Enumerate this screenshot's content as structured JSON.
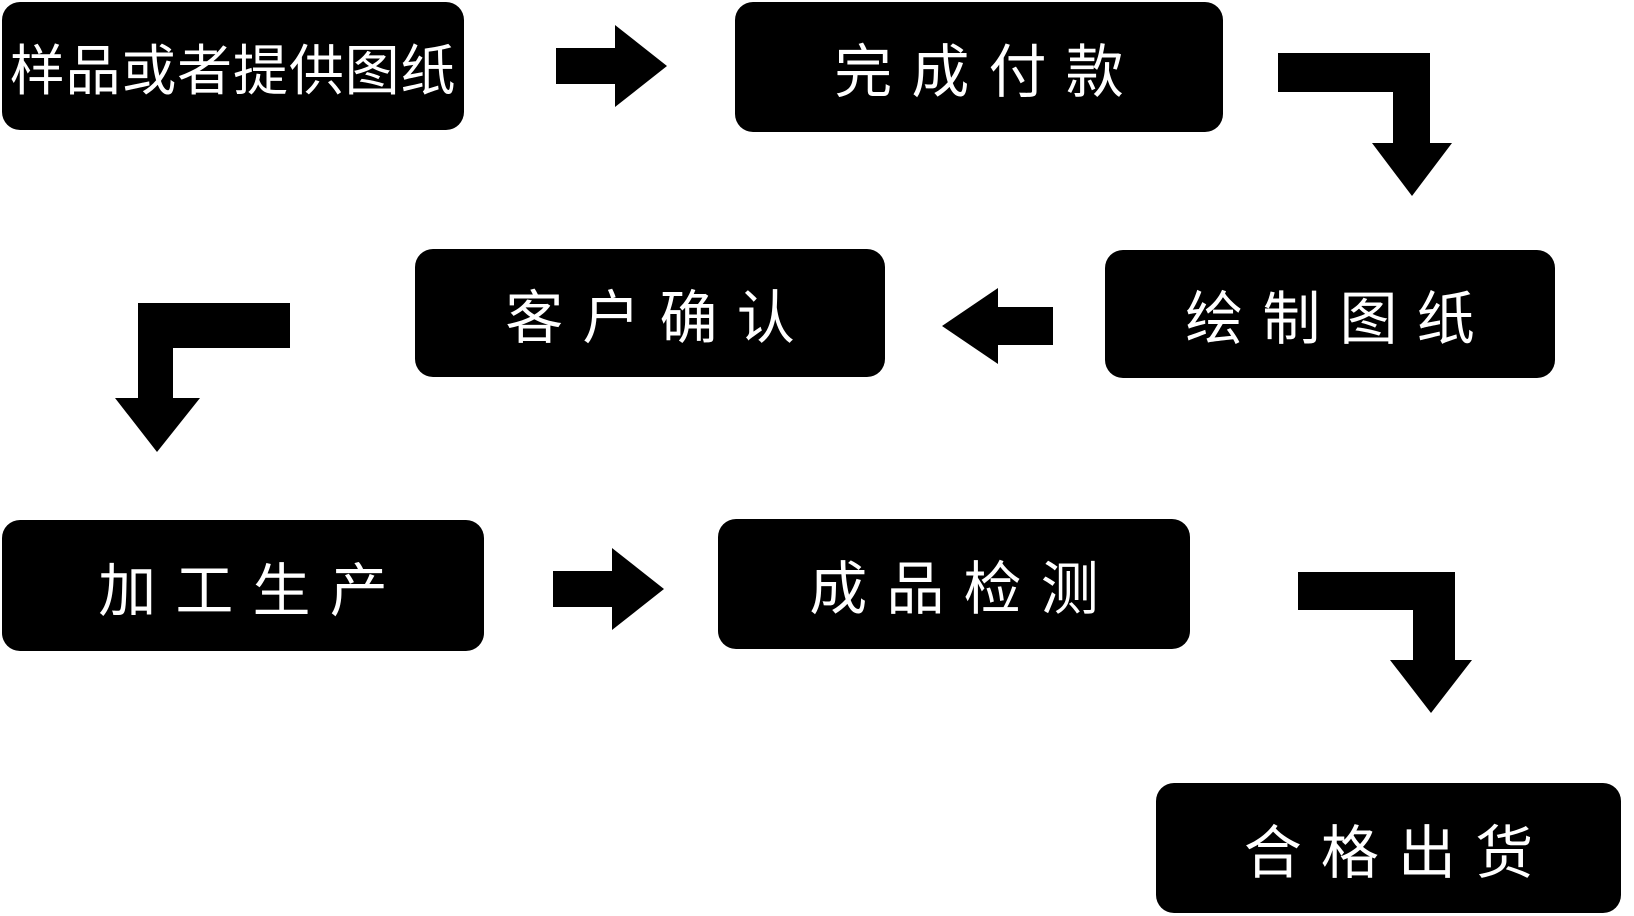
{
  "diagram": {
    "type": "flowchart",
    "colors": {
      "background": "#ffffff",
      "node_fill": "#000000",
      "node_text": "#ffffff",
      "arrow": "#000000"
    },
    "nodes": [
      {
        "id": "sample-or-provide-drawings",
        "label": "样品或者提供图纸"
      },
      {
        "id": "complete-payment",
        "label": "完成付款"
      },
      {
        "id": "draw-drawings",
        "label": "绘制图纸"
      },
      {
        "id": "customer-confirmation",
        "label": "客户确认"
      },
      {
        "id": "processing-production",
        "label": "加工生产"
      },
      {
        "id": "finished-product-inspection",
        "label": "成品检测"
      },
      {
        "id": "qualified-shipment",
        "label": "合格出货"
      }
    ],
    "edges": [
      {
        "from": "样品或者提供图纸",
        "to": "完成付款",
        "shape": "straight-right"
      },
      {
        "from": "完成付款",
        "to": "绘制图纸",
        "shape": "elbow-right-down"
      },
      {
        "from": "绘制图纸",
        "to": "客户确认",
        "shape": "straight-left"
      },
      {
        "from": "客户确认",
        "to": "加工生产",
        "shape": "elbow-left-down"
      },
      {
        "from": "加工生产",
        "to": "成品检测",
        "shape": "straight-right"
      },
      {
        "from": "成品检测",
        "to": "合格出货",
        "shape": "elbow-right-down"
      }
    ]
  }
}
